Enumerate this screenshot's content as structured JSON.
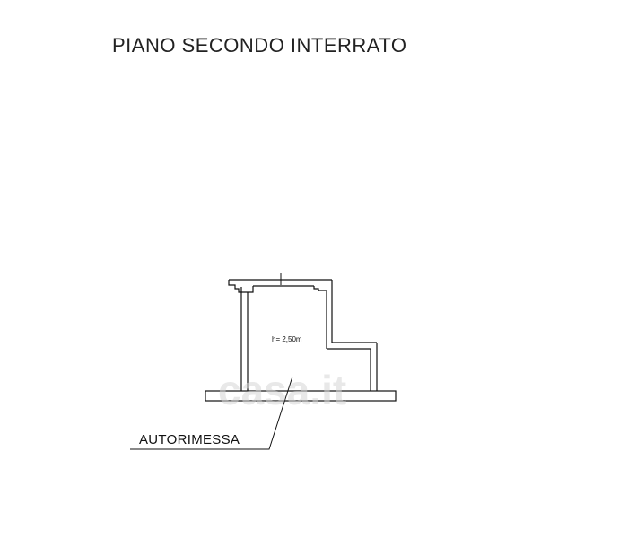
{
  "title": "PIANO SECONDO INTERRATO",
  "room": {
    "label": "AUTORIMESSA",
    "height_note": "h= 2,50m"
  },
  "watermark": "casa.it",
  "colors": {
    "line": "#111111",
    "background": "#ffffff",
    "watermark": "#d6d6d6"
  }
}
